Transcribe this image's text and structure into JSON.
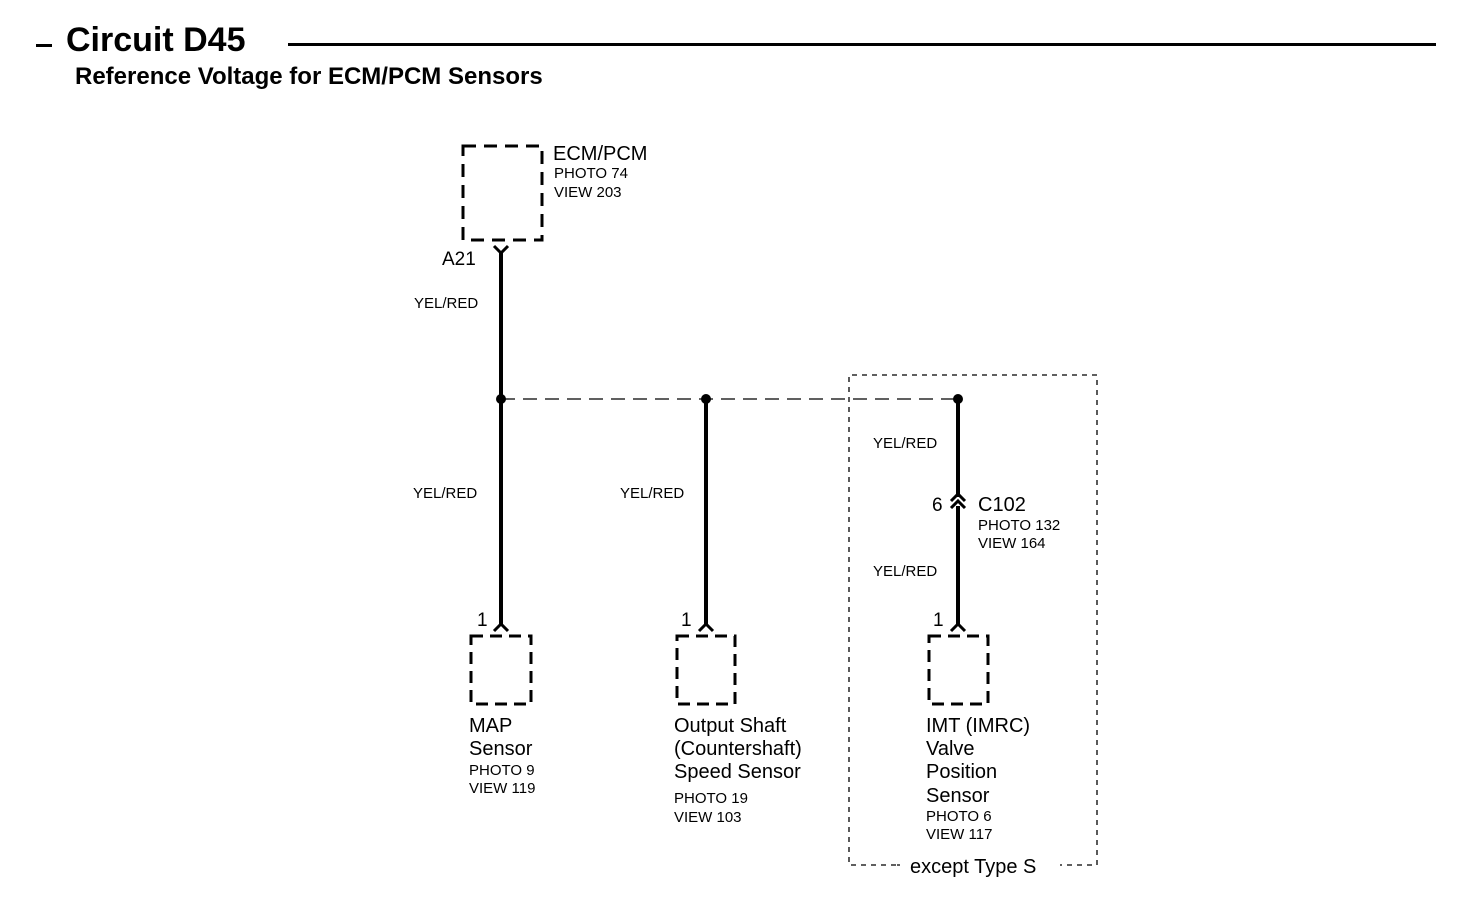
{
  "header": {
    "title": "Circuit D45",
    "subtitle": "Reference Voltage for ECM/PCM Sensors"
  },
  "ecm": {
    "name": "ECM/PCM",
    "photo": "PHOTO 74",
    "view": "VIEW 203",
    "pin": "A21"
  },
  "wire_color": "YEL/RED",
  "connector_c102": {
    "name": "C102",
    "pin": "6",
    "photo": "PHOTO 132",
    "view": "VIEW 164"
  },
  "sensors": {
    "map": {
      "name_lines": [
        "MAP",
        "Sensor"
      ],
      "pin": "1",
      "photo": "PHOTO 9",
      "view": "VIEW 119"
    },
    "output_shaft": {
      "name_lines": [
        "Output Shaft",
        "(Countershaft)",
        "Speed Sensor"
      ],
      "pin": "1",
      "photo": "PHOTO 19",
      "view": "VIEW 103"
    },
    "imt": {
      "name_lines": [
        "IMT (IMRC)",
        "Valve",
        "Position",
        "Sensor"
      ],
      "pin": "1",
      "photo": "PHOTO 6",
      "view": "VIEW 117"
    }
  },
  "option_box": {
    "label": "except Type S"
  }
}
